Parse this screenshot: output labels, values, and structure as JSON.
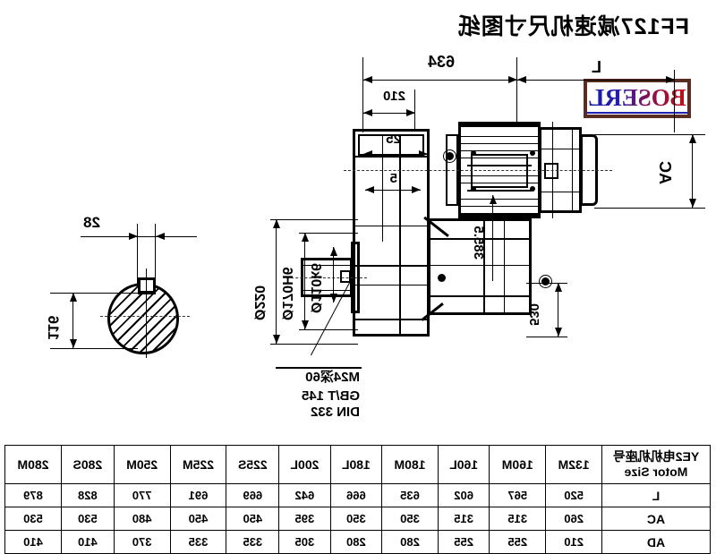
{
  "sheet": {
    "title": "FF127减速机尺寸图纸",
    "logo_text": "BOSERL",
    "logo_border_color": "#5a2d22"
  },
  "front_view": {
    "dim_L": "L",
    "dim_AC": "AC",
    "dim_overall": "634",
    "dim_210": "210",
    "dim_25": "25",
    "dim_5": "5",
    "dim_385_5": "385.5",
    "dim_530": "530",
    "bore_shaft": "Ø110k6",
    "bore_spigot": "Ø170H6",
    "bore_flange": "Ø220",
    "thread_note_line1": "M24深60",
    "thread_note_line2": "GB/T 145",
    "thread_note_line3": "DIN 332"
  },
  "side_view": {
    "dim_key_width": "28",
    "dim_shaft_height": "116"
  },
  "table": {
    "header_label_cn": "YE2电机机座号",
    "header_label_en": "Motor Size",
    "columns": [
      "132M",
      "160M",
      "160L",
      "180M",
      "180L",
      "200L",
      "225S",
      "225M",
      "250M",
      "280S",
      "280M"
    ],
    "rows": [
      {
        "label": "L",
        "values": [
          "520",
          "567",
          "602",
          "635",
          "666",
          "642",
          "669",
          "691",
          "770",
          "828",
          "879"
        ]
      },
      {
        "label": "AC",
        "values": [
          "260",
          "315",
          "315",
          "350",
          "350",
          "395",
          "450",
          "450",
          "480",
          "530",
          "530"
        ]
      },
      {
        "label": "AD",
        "values": [
          "210",
          "255",
          "255",
          "280",
          "280",
          "305",
          "335",
          "335",
          "370",
          "410",
          "410"
        ]
      }
    ]
  }
}
